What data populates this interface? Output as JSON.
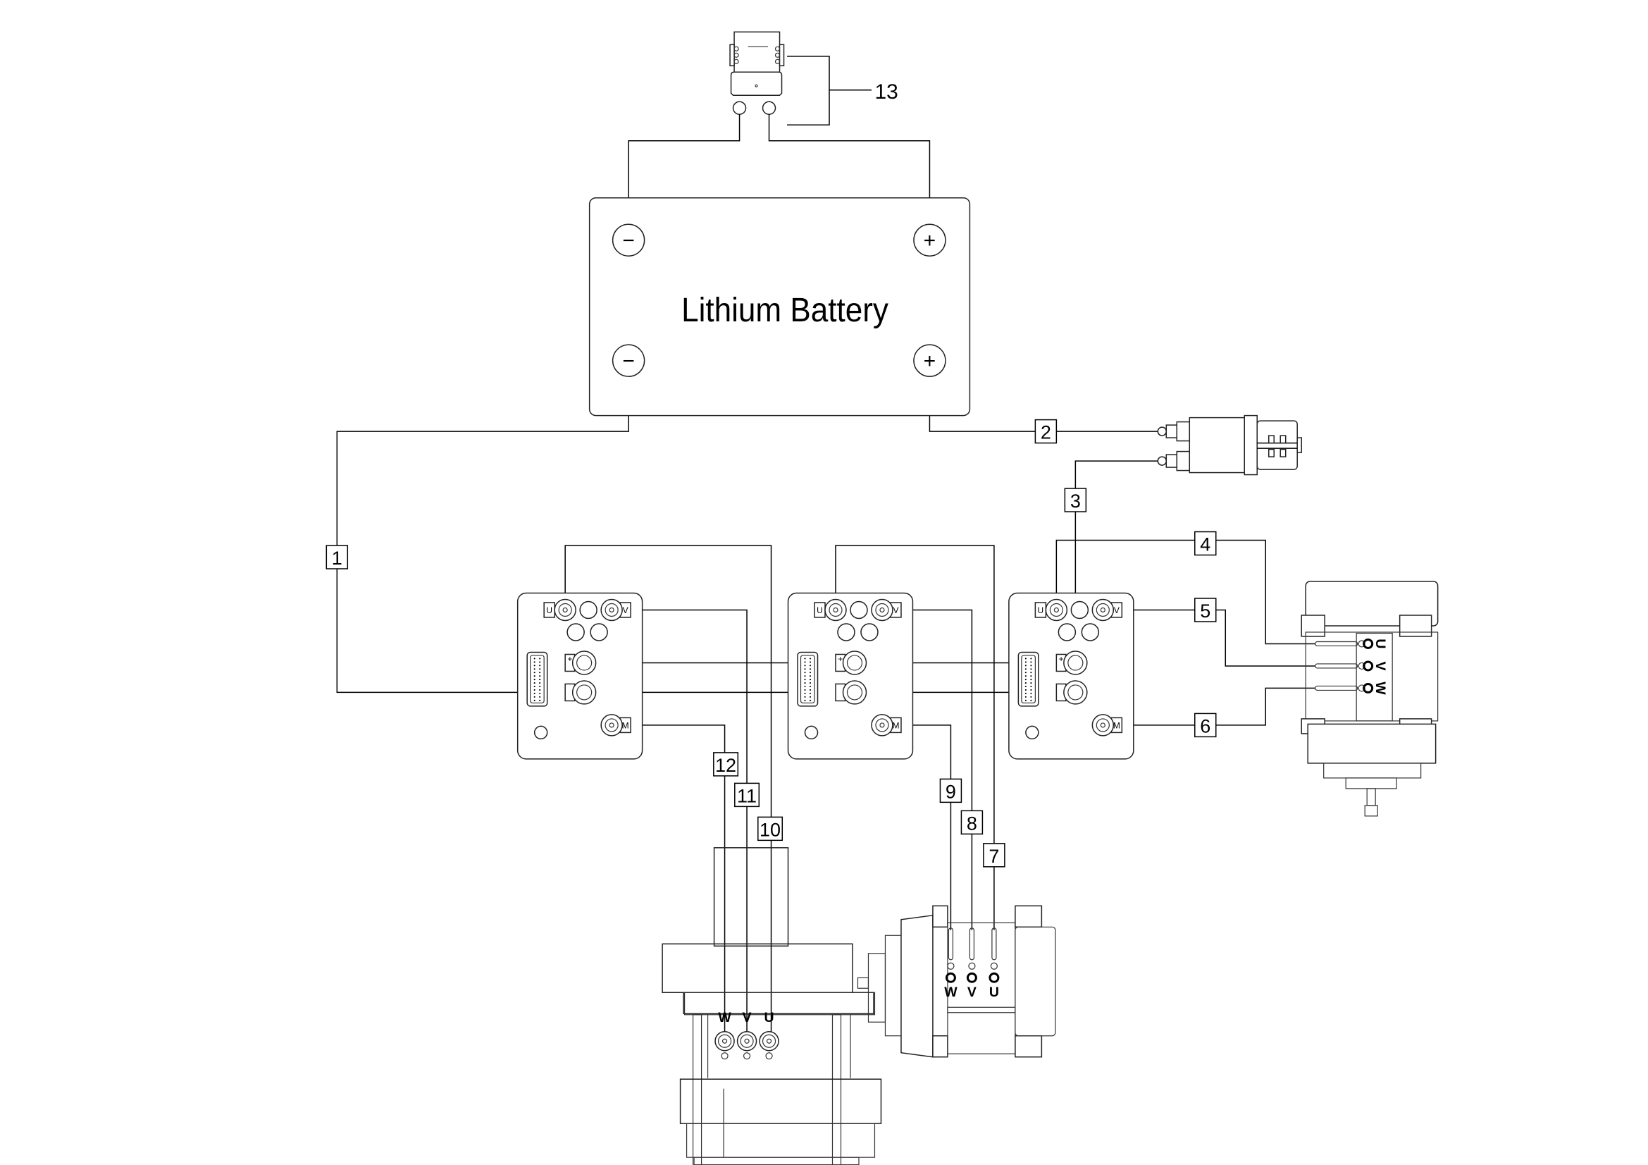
{
  "battery": {
    "title": "Lithium Battery",
    "negative_symbol": "−",
    "positive_symbol": "+"
  },
  "callouts": [
    "1",
    "2",
    "3",
    "4",
    "5",
    "6",
    "7",
    "8",
    "9",
    "10",
    "11",
    "12",
    "13"
  ],
  "controller_terminal_labels": {
    "u": "U",
    "v": "V",
    "b_plus": "+",
    "m": "M"
  },
  "motors": {
    "bottom_left": {
      "terminals": [
        "W",
        "V",
        "U"
      ]
    },
    "bottom_right": {
      "terminals": [
        "W",
        "V",
        "U"
      ]
    },
    "right": {
      "terminals": [
        "U",
        "V",
        "W"
      ]
    }
  },
  "colors": {
    "line": "#000000",
    "background": "#ffffff"
  }
}
